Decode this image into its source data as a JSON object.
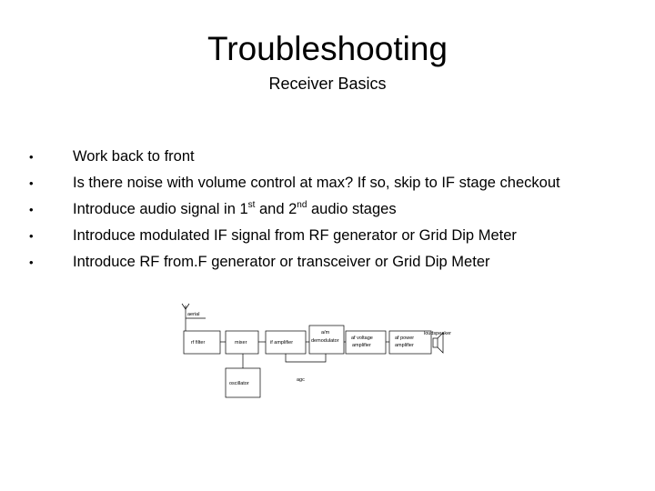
{
  "slide": {
    "title": "Troubleshooting",
    "subtitle": "Receiver Basics",
    "bullets": [
      {
        "parts": [
          "Work back to front"
        ]
      },
      {
        "parts": [
          "Is there noise with volume control at max?  If so, skip to IF stage checkout"
        ]
      },
      {
        "parts": [
          "Introduce audio signal in 1",
          "st",
          " and 2",
          "nd",
          " audio stages"
        ]
      },
      {
        "parts": [
          "Introduce modulated IF signal from RF generator or Grid Dip Meter"
        ]
      },
      {
        "parts": [
          "Introduce RF from.F generator or transceiver or Grid Dip Meter"
        ]
      }
    ],
    "bullet_glyph": "•"
  },
  "diagram": {
    "aerial": "aerial",
    "blocks": {
      "rf": "rf filter",
      "mixer": "mixer",
      "if": "if amplifier",
      "demod_line1": "a/m",
      "demod_line2": "demodulator",
      "afv_line1": "af voltage",
      "afv_line2": "amplifier",
      "afp_line1": "af power",
      "afp_line2": "amplifier",
      "osc": "oscillator"
    },
    "loudspeaker": "loudspeaker",
    "agc": "agc"
  }
}
